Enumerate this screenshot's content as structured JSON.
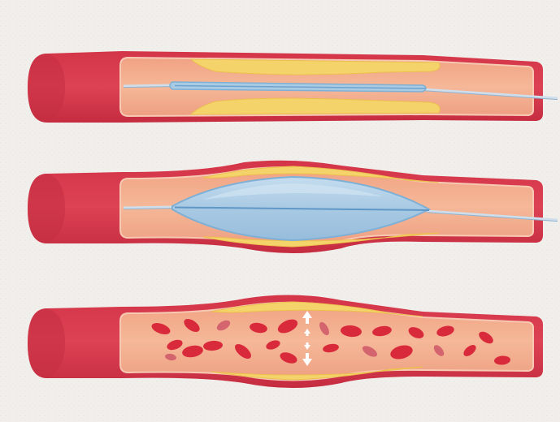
{
  "panels": [
    {
      "stage": "catheter-inserted",
      "balloon": "deflated",
      "plaque": "narrowing"
    },
    {
      "stage": "balloon-inflated",
      "balloon": "inflated",
      "plaque": "compressed"
    },
    {
      "stage": "blood-flow-restored",
      "balloon": "none",
      "plaque": "flattened"
    }
  ],
  "colors": {
    "background": "#f1efeb",
    "vessel_wall": "#d83a4c",
    "vessel_wall_dark": "#c42d42",
    "lumen": "#f2ad8c",
    "lumen_light": "#f6c2a6",
    "plaque": "#f4d46a",
    "plaque_edge": "#ecbf4e",
    "catheter": "#b7cde0",
    "balloon": "#a9cbe4",
    "balloon_edge": "#7eb0d6",
    "blood_cell": "#d92a3b",
    "blood_cell_faded": "#d4646e",
    "arrow": "#ffffff"
  },
  "icons": [
    "expansion-arrow-icon"
  ]
}
